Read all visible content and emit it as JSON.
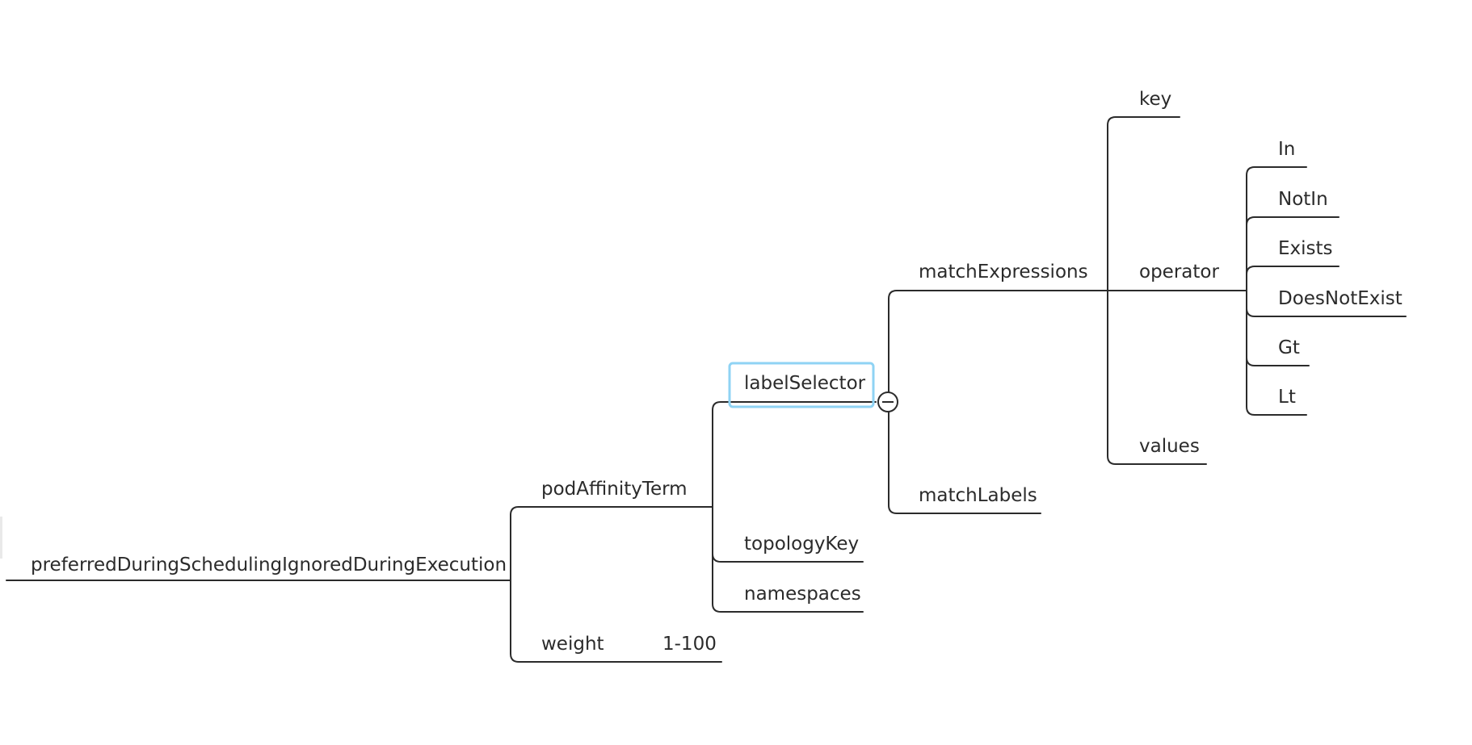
{
  "nodes": {
    "root": "preferredDuringSchedulingIgnoredDuringExecution",
    "podAffinityTerm": "podAffinityTerm",
    "weight": "weight",
    "weight_range": "1-100",
    "labelSelector": "labelSelector",
    "topologyKey": "topologyKey",
    "namespaces": "namespaces",
    "matchExpressions": "matchExpressions",
    "matchLabels": "matchLabels",
    "key": "key",
    "operator": "operator",
    "values": "values",
    "op_in": "In",
    "op_notin": "NotIn",
    "op_exists": "Exists",
    "op_doesnotexist": "DoesNotExist",
    "op_gt": "Gt",
    "op_lt": "Lt"
  },
  "selected_node": "labelSelector",
  "colors": {
    "line": "#2b2b2b",
    "selection": "#8fd3f4",
    "background": "#ffffff"
  },
  "icons": {
    "collapse_toggle": "collapse-minus-icon"
  }
}
